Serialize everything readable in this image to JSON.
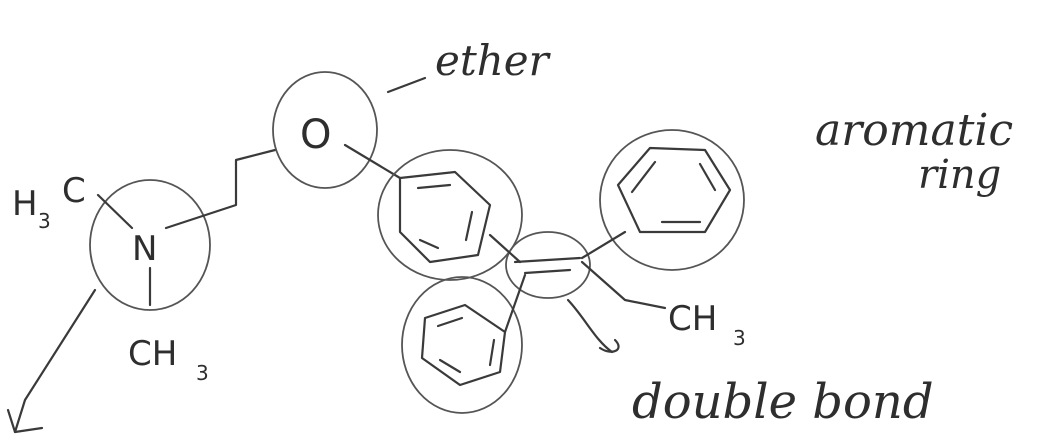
{
  "annotations": {
    "ether": "ether",
    "aromatic_ring_line1": "aromatic",
    "aromatic_ring_line2": "ring",
    "double_bond": "double bond"
  },
  "atoms": {
    "oxygen": "O",
    "nitrogen": "N",
    "h3c_main": "H",
    "h3c_sub": "3",
    "h3c_c": "C",
    "ch3_bottom_main": "CH",
    "ch3_bottom_sub": "3",
    "ch3_right_main": "CH",
    "ch3_right_sub": "3"
  },
  "colors": {
    "ink": "#3a3a3a",
    "background": "#ffffff"
  }
}
